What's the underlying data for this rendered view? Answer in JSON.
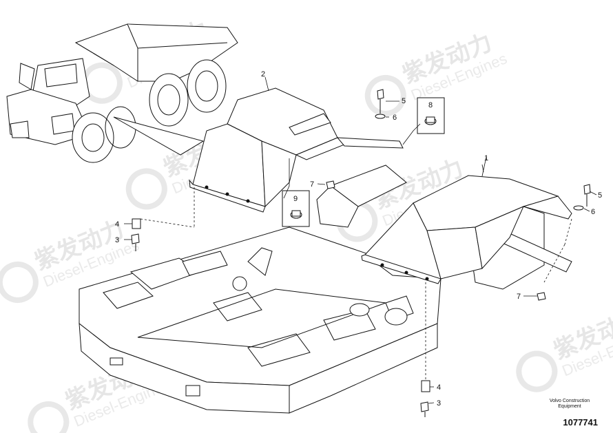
{
  "watermark": {
    "cn": "紫发动力",
    "en": "Diesel-Engines"
  },
  "callouts": {
    "c1": "1",
    "c2": "2",
    "c3a": "3",
    "c4a": "4",
    "c5a": "5",
    "c6a": "6",
    "c7a": "7",
    "c8": "8",
    "c9": "9",
    "c3b": "3",
    "c4b": "4",
    "c5b": "5",
    "c6b": "6",
    "c7b": "7"
  },
  "footer": {
    "brand_line1": "Volvo Construction",
    "brand_line2": "Equipment",
    "drawing_id": "1077741"
  }
}
